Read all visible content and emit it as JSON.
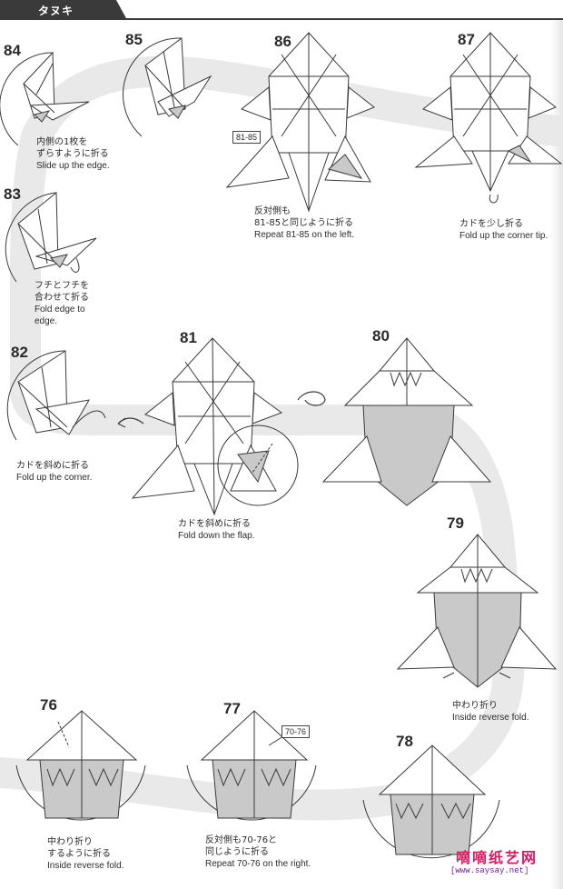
{
  "header": {
    "title": "タヌキ"
  },
  "steps": [
    {
      "id": "84",
      "number": "84",
      "jp": [
        "内側の1枚を",
        "ずらすように折る"
      ],
      "en": [
        "Slide up the edge."
      ]
    },
    {
      "id": "85",
      "number": "85",
      "jp": [],
      "en": []
    },
    {
      "id": "86",
      "number": "86",
      "jp": [
        "反対側も",
        "81-85と同じように折る"
      ],
      "en": [
        "Repeat 81-85 on the left."
      ],
      "ref": "81-85"
    },
    {
      "id": "87",
      "number": "87",
      "jp": [
        "カドを少し折る"
      ],
      "en": [
        "Fold up the corner tip."
      ]
    },
    {
      "id": "83",
      "number": "83",
      "jp": [
        "フチとフチを",
        "合わせて折る"
      ],
      "en": [
        "Fold edge to",
        "edge."
      ]
    },
    {
      "id": "82",
      "number": "82",
      "jp": [
        "カドを斜めに折る"
      ],
      "en": [
        "Fold up the corner."
      ]
    },
    {
      "id": "81",
      "number": "81",
      "jp": [
        "カドを斜めに折る"
      ],
      "en": [
        "Fold down the flap."
      ]
    },
    {
      "id": "80",
      "number": "80",
      "jp": [],
      "en": []
    },
    {
      "id": "79",
      "number": "79",
      "jp": [
        "中わり折り"
      ],
      "en": [
        "Inside reverse fold."
      ]
    },
    {
      "id": "76",
      "number": "76",
      "jp": [
        "中わり折り",
        "するように折る"
      ],
      "en": [
        "Inside reverse fold."
      ]
    },
    {
      "id": "77",
      "number": "77",
      "jp": [
        "反対側も70-76と",
        "同じように折る"
      ],
      "en": [
        "Repeat 70-76 on the right."
      ],
      "ref": "70-76"
    },
    {
      "id": "78",
      "number": "78",
      "jp": [],
      "en": []
    }
  ],
  "watermark": {
    "logo": "嘀嘀纸艺网",
    "url": "[www.saysay.net]"
  },
  "colors": {
    "paper": "#ffffff",
    "path": "#e9e9e9",
    "shade": "#c9c9c9",
    "line": "#3a3a3a",
    "header": "#3a3a3a"
  }
}
